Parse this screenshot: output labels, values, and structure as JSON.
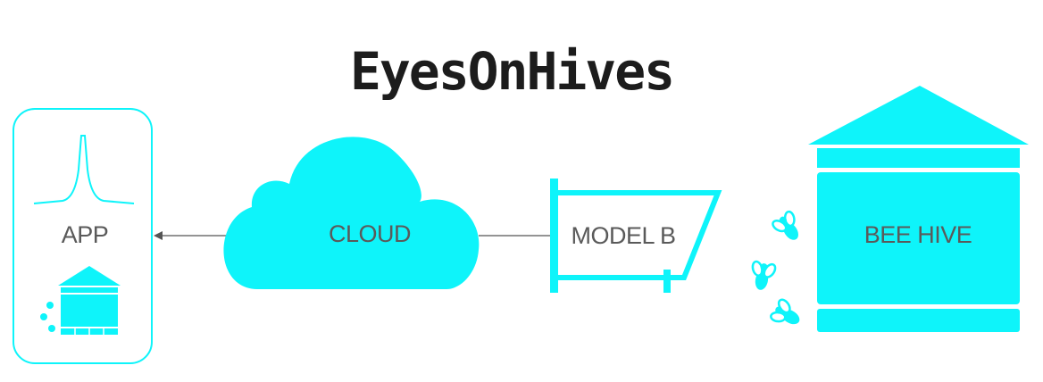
{
  "title": "EyesOnHives",
  "colors": {
    "accent": "#0ef4fa",
    "text": "#5a5a5a",
    "title": "#1c1c1c",
    "line": "#555555"
  },
  "nodes": {
    "app": {
      "label": "APP"
    },
    "cloud": {
      "label": "CLOUD"
    },
    "model": {
      "label": "MODEL B"
    },
    "hive": {
      "label": "BEE HIVE"
    }
  },
  "icons": [
    "waveform-icon",
    "mini-hive-icon",
    "bee-icon"
  ]
}
